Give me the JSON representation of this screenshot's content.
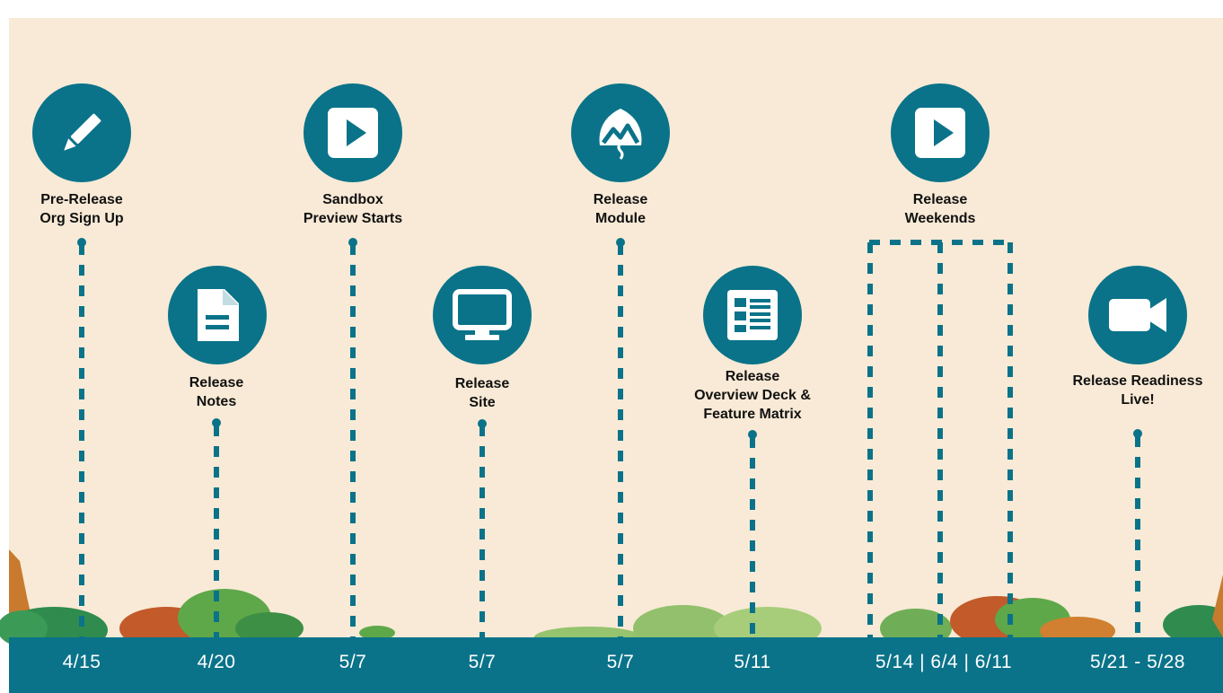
{
  "colors": {
    "teal": "#0a7389",
    "background": "#f8ead6",
    "white": "#ffffff",
    "text": "#111111"
  },
  "milestones": [
    {
      "label": "Pre-Release\nOrg Sign Up",
      "date": "4/15",
      "icon": "pencil-icon"
    },
    {
      "label": "Release\nNotes",
      "date": "4/20",
      "icon": "document-icon"
    },
    {
      "label": "Sandbox\nPreview Starts",
      "date": "5/7",
      "icon": "play-icon"
    },
    {
      "label": "Release\nSite",
      "date": "5/7",
      "icon": "monitor-icon"
    },
    {
      "label": "Release\nModule",
      "date": "5/7",
      "icon": "trailhead-mountain-icon"
    },
    {
      "label": "Release\nOverview Deck &\nFeature Matrix",
      "date": "5/11",
      "icon": "list-icon"
    },
    {
      "label": "Release\nWeekends",
      "date": "5/14 | 6/4 | 6/11",
      "icon": "play-icon"
    },
    {
      "label": "Release Readiness\nLive!",
      "date": "5/21 - 5/28",
      "icon": "video-camera-icon"
    }
  ]
}
